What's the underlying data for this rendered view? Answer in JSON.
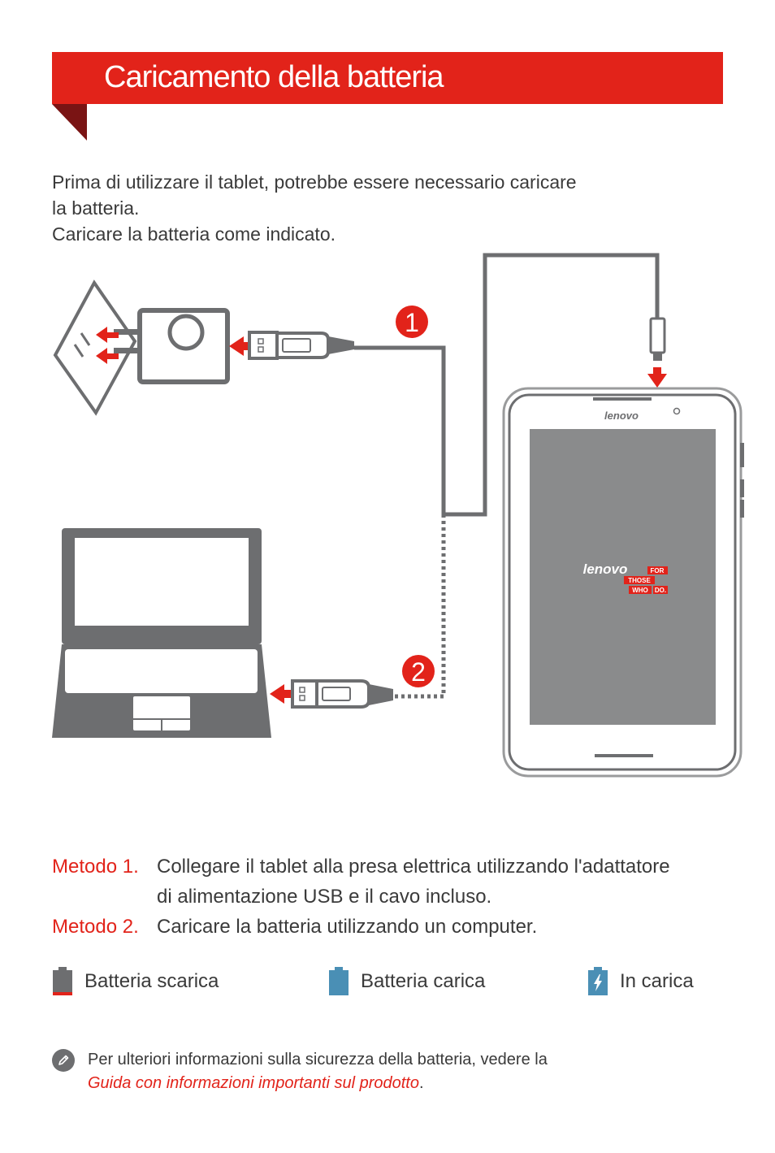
{
  "header": {
    "title": "Caricamento della batteria"
  },
  "intro": {
    "line1": "Prima di utilizzare il tablet, potrebbe essere necessario caricare",
    "line2": "la batteria.",
    "line3": "Caricare la batteria come indicato."
  },
  "diagram": {
    "step1": "1",
    "step2": "2",
    "tablet_brand": "lenovo",
    "splash_brand": "lenovo",
    "splash_tag1": "FOR",
    "splash_tag2": "THOSE",
    "splash_tag3": "WHO",
    "splash_tag4": "DO."
  },
  "methods": [
    {
      "label": "Metodo 1.",
      "text": "Collegare il tablet alla presa elettrica utilizzando l'adattatore di alimentazione USB e il cavo incluso."
    },
    {
      "label": "Metodo 2.",
      "text": "Caricare la batteria utilizzando un computer."
    }
  ],
  "legend": [
    {
      "icon": "battery-low-icon",
      "label": "Batteria scarica",
      "color": "#e2231a"
    },
    {
      "icon": "battery-full-icon",
      "label": "Batteria carica",
      "color": "#4a8fb5"
    },
    {
      "icon": "battery-charging-icon",
      "label": "In carica",
      "color": "#4a8fb5"
    }
  ],
  "note": {
    "icon": "pencil-icon",
    "text": "Per ulteriori informazioni sulla sicurezza della batteria, vedere la",
    "link": "Guida con informazioni importanti sul prodotto",
    "tail": "."
  },
  "colors": {
    "accent": "#e2231a",
    "diagram_gray": "#6d6e70",
    "screen_gray": "#8a8b8c"
  }
}
